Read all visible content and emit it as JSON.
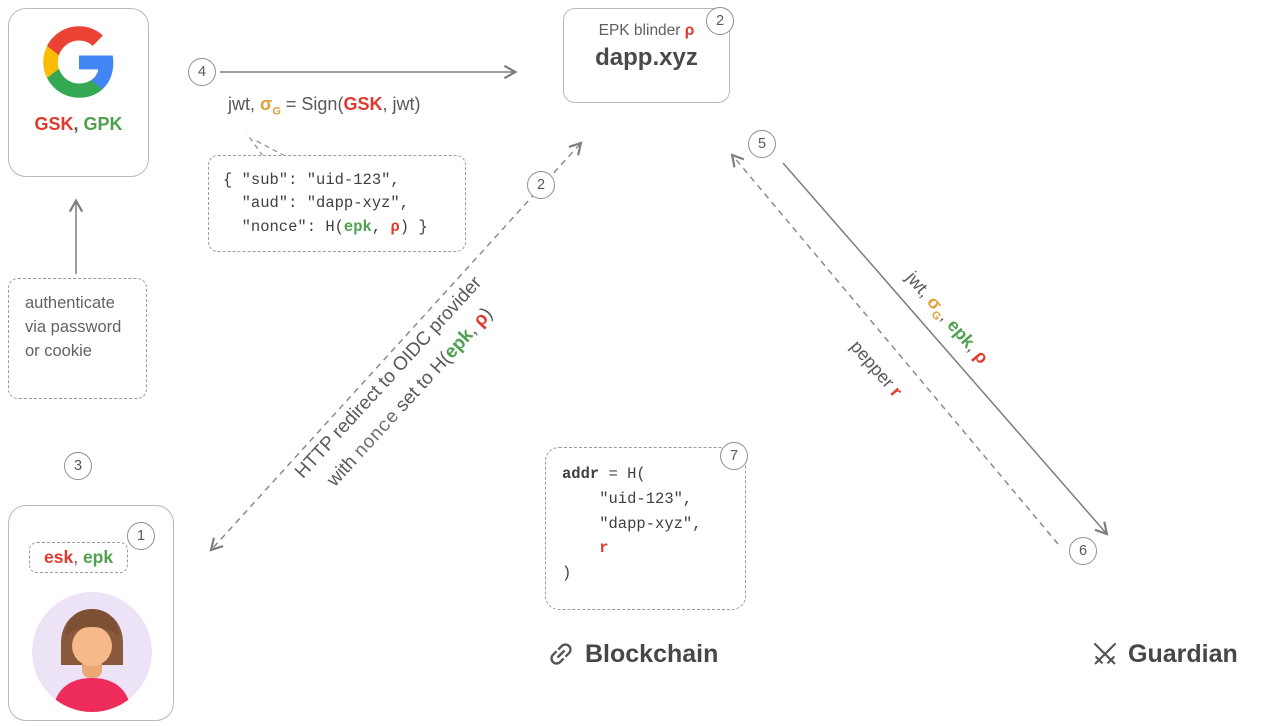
{
  "google": {
    "gsk": "GSK",
    "sep": ", ",
    "gpk": "GPK"
  },
  "badges": {
    "one": "1",
    "two_redirect": "2",
    "two_dapp": "2",
    "three": "3",
    "four": "4",
    "five": "5",
    "six": "6",
    "seven": "7"
  },
  "dapp": {
    "epk_blinder": "EPK blinder",
    "rho": "ρ",
    "name": "dapp.xyz"
  },
  "sign": {
    "jwt": "jwt, ",
    "sigma": "σ",
    "g": "G",
    "eq": " = Sign(",
    "gsk": "GSK",
    "tail": ", jwt)"
  },
  "jwt_bubble": {
    "l1": "{ \"sub\": \"uid-123\",",
    "l2": "  \"aud\": \"dapp-xyz\",",
    "l3a": "  \"nonce\": H(",
    "epk": "epk",
    "comma": ", ",
    "rho": "ρ",
    "l3b": ") }"
  },
  "auth_box": {
    "text": "authenticate via password or cookie"
  },
  "keys": {
    "esk": "esk",
    "comma": ", ",
    "epk": "epk"
  },
  "redirect": {
    "line1": "HTTP redirect to OIDC provider",
    "with": "with ",
    "nonce": "nonce",
    "set": " set to H(",
    "epk": "epk",
    "comma": ", ",
    "rho": "ρ",
    "close": ")"
  },
  "to_guardian": {
    "jwt": "jwt, ",
    "sigma": "σ",
    "g": "G",
    "c1": ", ",
    "epk": "epk",
    "c2": ", ",
    "rho": "ρ"
  },
  "pepper": {
    "label": "pepper ",
    "r": "r"
  },
  "addr_box": {
    "open_a": "addr",
    "open_b": " = H(",
    "arg1": "    \"uid-123\",",
    "arg2": "    \"dapp-xyz\",",
    "arg3_indent": "    ",
    "arg3": "r",
    "close": ")"
  },
  "blockchain": {
    "label": "Blockchain"
  },
  "guardian": {
    "label": "Guardian"
  }
}
